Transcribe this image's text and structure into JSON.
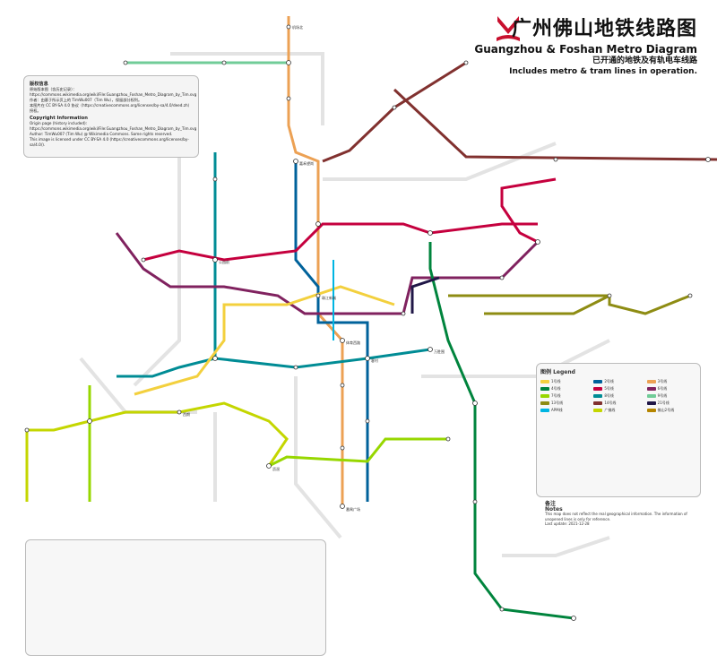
{
  "header": {
    "title_zh": "广州佛山地铁线路图",
    "title_en": "Guangzhou & Foshan Metro Diagram",
    "subtitle_zh": "已开通的地铁及有轨电车线路",
    "subtitle_en": "Includes metro & tram lines in operation."
  },
  "info": {
    "heading_zh": "版权信息",
    "line1": "原始版本图（含历史记录）：",
    "line2": "https://commons.wikimedia.org/wiki/File:Guangzhou_Foshan_Metro_Diagram_by_Tim.svg",
    "line3": "作者：由基于所示页上的 TimWu007（Tim Wu），保留部分权利。",
    "line4": "本图片在 CC BY-SA 4.0 协议（https://creativecommons.org/licenses/by-sa/4.0/deed.zh）授权。",
    "heading_en": "Copyright Information",
    "line5": "Origin page (history included):",
    "line6": "https://commons.wikimedia.org/wiki/File:Guangzhou_Foshan_Metro_Diagram_by_Tim.svg",
    "line7": "Author: TimWu007 (Tim Wu) @ Wikimedia Commons. Some rights reserved.",
    "line8": "This image is licensed under CC BY-SA 4.0 (https://creativecommons.org/licenses/by-sa/4.0/)."
  },
  "legend": {
    "title": "图例 Legend",
    "lines": [
      {
        "label": "1号线",
        "color": "#f3d03e"
      },
      {
        "label": "2号线",
        "color": "#00629b"
      },
      {
        "label": "3号线",
        "color": "#eca154"
      },
      {
        "label": "4号线",
        "color": "#00843d"
      },
      {
        "label": "5号线",
        "color": "#c5003e"
      },
      {
        "label": "6号线",
        "color": "#80225f"
      },
      {
        "label": "7号线",
        "color": "#97d700"
      },
      {
        "label": "8号线",
        "color": "#008c95"
      },
      {
        "label": "9号线",
        "color": "#71cc98"
      },
      {
        "label": "13号线",
        "color": "#8e8c13"
      },
      {
        "label": "14号线",
        "color": "#81312f"
      },
      {
        "label": "21号线",
        "color": "#201747"
      },
      {
        "label": "APM线",
        "color": "#00b5e2"
      },
      {
        "label": "广佛线",
        "color": "#c4d600"
      },
      {
        "label": "佛山2号线",
        "color": "#b58500"
      }
    ]
  },
  "notes": {
    "heading_zh": "备注",
    "heading_en": "Notes",
    "text_en": "This map does not reflect the real geographical information. The information of unopened lines is only for reference.",
    "date": "Last update: 2021-12-28"
  },
  "stations": {
    "airport": "机场北",
    "jiahewanggang": "嘉禾望岗",
    "tiyuxilu": "体育西路",
    "gongyuanqian": "公园前",
    "kecun": "客村",
    "panyuguangchang": "番禺广场",
    "wanshengwei": "万胜围",
    "xilang": "西朗",
    "qishi": "沥滘",
    "zhujiang": "珠江新城"
  }
}
